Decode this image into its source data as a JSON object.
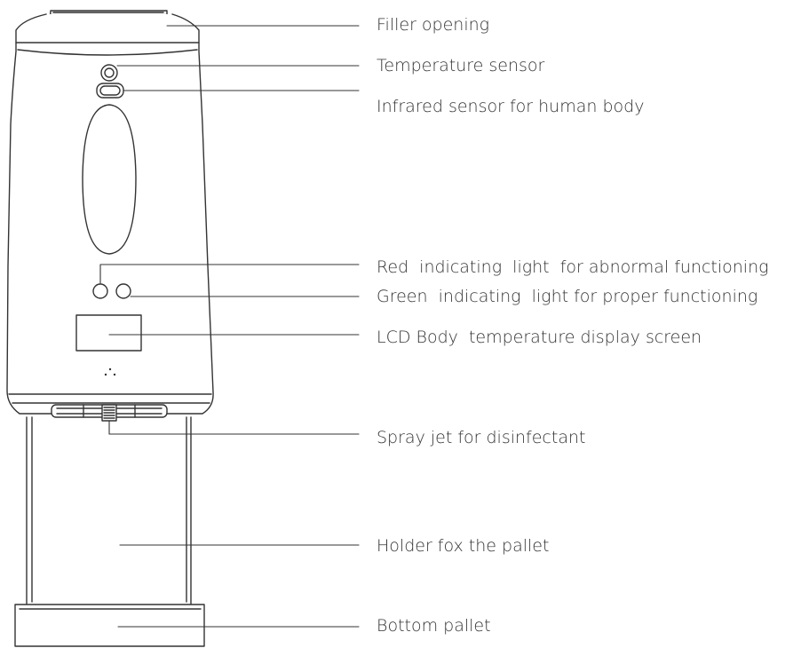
{
  "diagram": {
    "labels": {
      "filler_opening": "Filler opening",
      "temperature_sensor": "Temperature sensor",
      "infrared_sensor": "Infrared sensor for human body",
      "red_light": "Red  indicating  light  for abnormal functioning",
      "green_light": "Green  indicating  light for proper functioning",
      "lcd_screen": "LCD Body  temperature display screen",
      "spray_jet": "Spray jet for disinfectant",
      "holder": "Holder fox the pallet",
      "bottom_pallet": "Bottom pallet"
    },
    "colors": {
      "outline": "#333333",
      "fill": "#ffffff",
      "shade": "#e6e6e6"
    }
  }
}
